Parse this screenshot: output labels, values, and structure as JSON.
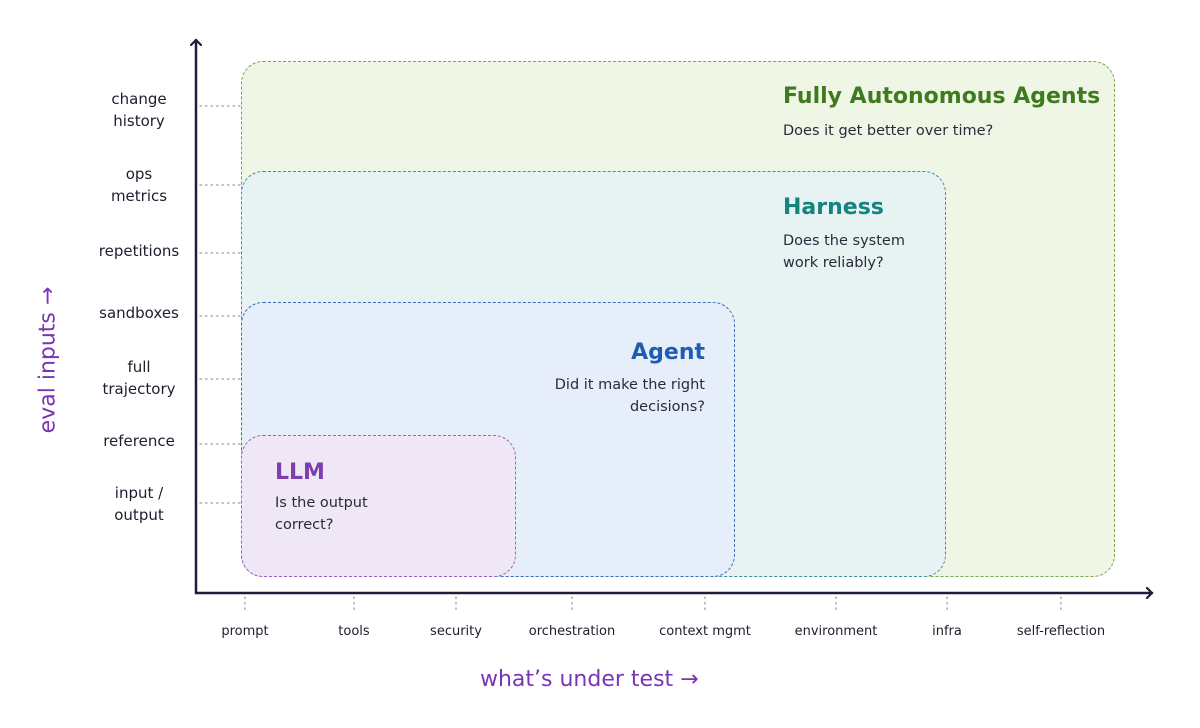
{
  "axes": {
    "x_title": "what’s under test →",
    "y_title": "eval inputs →",
    "x_ticks": [
      "prompt",
      "tools",
      "security",
      "orchestration",
      "context mgmt",
      "environment",
      "infra",
      "self-reflection"
    ],
    "y_ticks": [
      [
        "input /",
        "output"
      ],
      [
        "reference"
      ],
      [
        "full",
        "trajectory"
      ],
      [
        "sandboxes"
      ],
      [
        "repetitions"
      ],
      [
        "ops",
        "metrics"
      ],
      [
        "change",
        "history"
      ]
    ]
  },
  "regions": {
    "fully_autonomous": {
      "title": "Fully Autonomous Agents",
      "question": "Does it get better over time?"
    },
    "harness": {
      "title": "Harness",
      "question": "Does the system work reliably?"
    },
    "agent": {
      "title": "Agent",
      "question": "Did it make the right decisions?"
    },
    "llm": {
      "title": "LLM",
      "question": "Is the output correct?"
    }
  },
  "colors": {
    "axis": "#1e1e3c",
    "axis_title": "#7a35b4",
    "fully_autonomous": "#3e7a1e",
    "harness": "#16847e",
    "agent": "#1f5db3",
    "llm": "#7b3fb0"
  }
}
